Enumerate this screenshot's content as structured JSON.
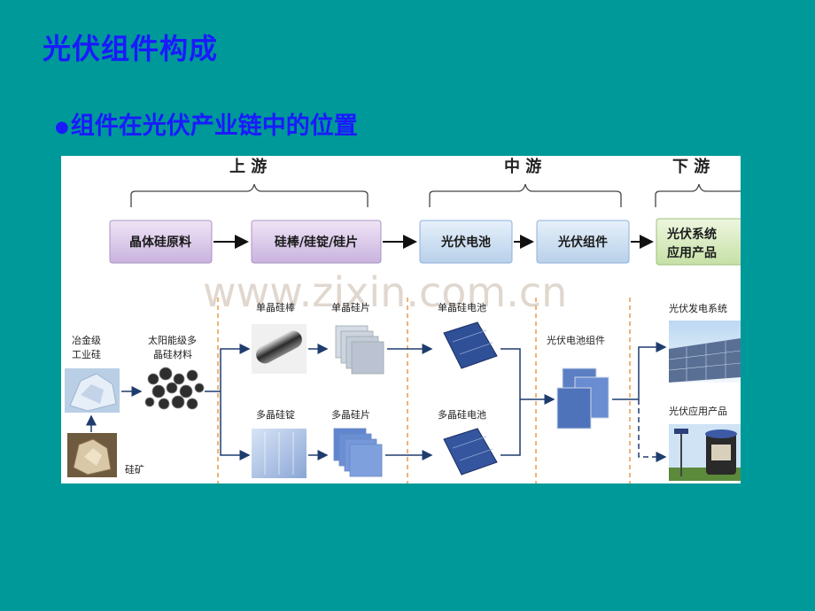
{
  "slide": {
    "title": "光伏组件构成",
    "bullet": "组件在光伏产业链中的位置"
  },
  "stages": {
    "upstream": "上 游",
    "midstream": "中 游",
    "downstream": "下 游"
  },
  "chain_boxes": [
    "晶体硅原料",
    "硅棒/硅锭/硅片",
    "光伏电池",
    "光伏组件"
  ],
  "chain_box_last": [
    "光伏系统",
    "应用产品"
  ],
  "photo_labels": {
    "metallurgical_silicon": [
      "冶金级",
      "工业硅"
    ],
    "silicon_ore": "硅矿",
    "solar_grade": [
      "太阳能级多",
      "晶硅材料"
    ],
    "mono_rod": "单晶硅棒",
    "mono_wafer": "单晶硅片",
    "multi_ingot": "多晶硅锭",
    "multi_wafer": "多晶硅片",
    "mono_cell": "单晶硅电池",
    "multi_cell": "多晶硅电池",
    "module": "光伏电池组件",
    "power_system": "光伏发电系统",
    "applications": "光伏应用产品"
  },
  "watermark": "www.zixin.com.cn",
  "colors": {
    "background": "#009999",
    "title": "#1a1aff",
    "upstream_box": "#d8c8e8",
    "midstream_box": "#c8dcf0",
    "downstream_box": "#d8eac0"
  }
}
